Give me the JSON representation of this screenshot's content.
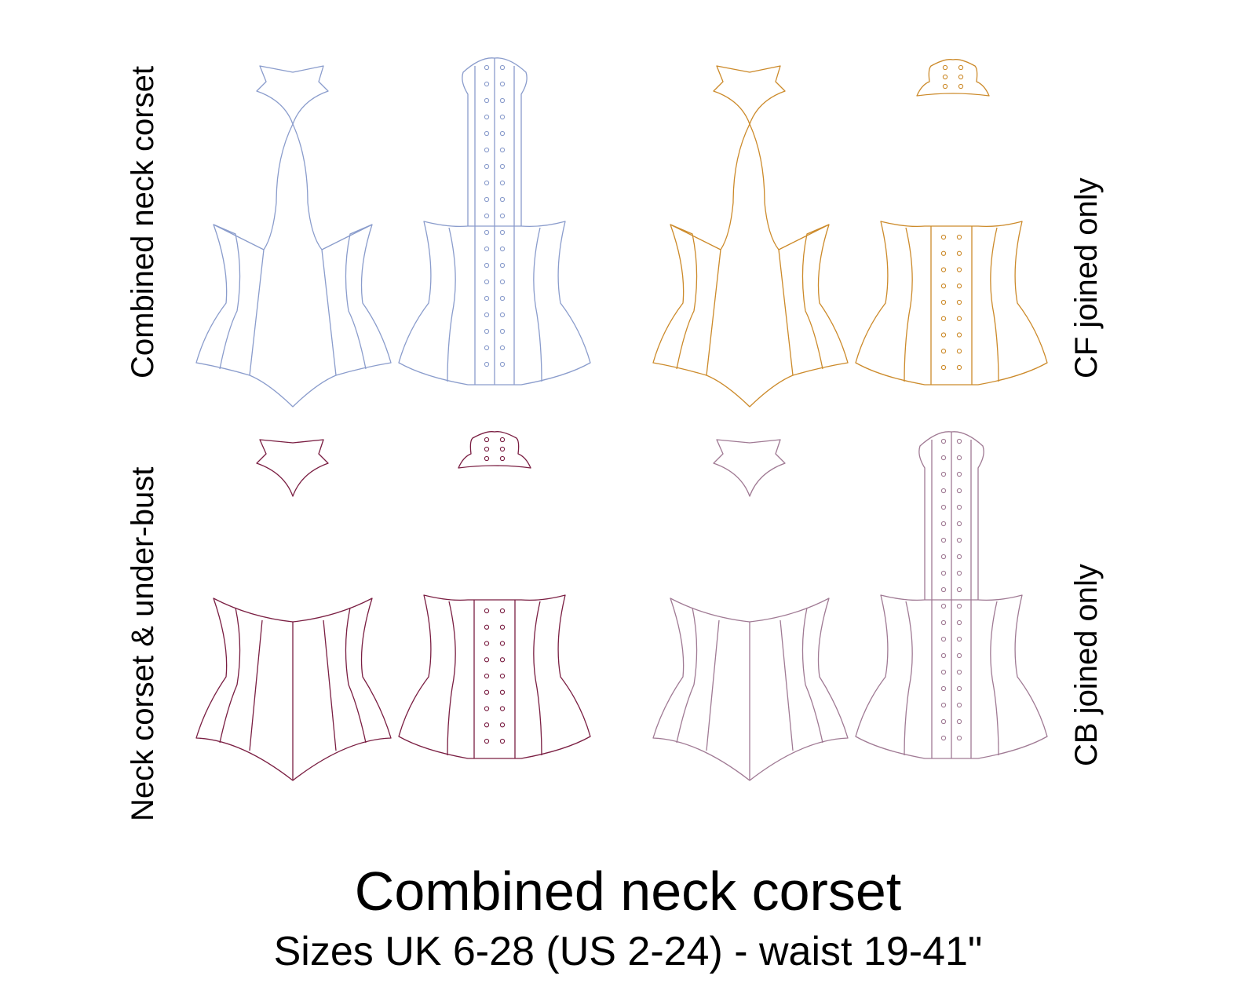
{
  "labels": {
    "top_left": "Combined neck corset",
    "bottom_left": "Neck corset & under-bust",
    "top_right": "CF joined only",
    "bottom_right": "CB joined only"
  },
  "title": "Combined neck corset",
  "subtitle": "Sizes UK 6-28 (US 2-24) - waist 19-41\"",
  "colors": {
    "top_left": "#8a9ccc",
    "top_right": "#cc8a2a",
    "bottom_left": "#7a1e42",
    "bottom_right": "#a07a94",
    "text": "#000000"
  }
}
